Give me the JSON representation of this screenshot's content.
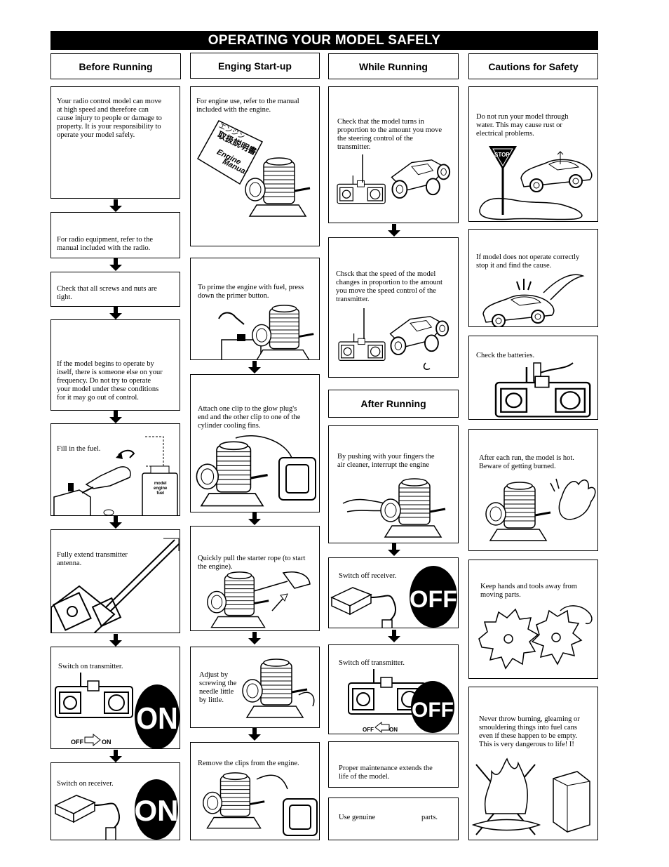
{
  "page": {
    "title": "OPERATING YOUR MODEL SAFELY",
    "columns": {
      "before": "Before Running",
      "startup": "Enging Start-up",
      "while": "While Running",
      "cautions": "Cautions for Safety",
      "after": "After Running"
    }
  },
  "before": {
    "intro": "Your radio control model can move\nat high speed and therefore can\ncause injury to people or damage to\nproperty. It is your responsibility to\noperate your model safely.",
    "radio": "For radio equipment, refer to the\nmanual included with the radio.",
    "screws": "Check that all screws and nuts are\ntight.",
    "frequency": "If the model begins to operate by\nitself, there is someone else on your\nfrequency. Do not try to operate\nyour model under these conditions\nfor it may go out of control.",
    "fuel": "Fill in the fuel.",
    "fuel_can": "model\nengine\nfuel",
    "antenna": "Fully extend transmitter\nantenna.",
    "tx_on": "Switch on transmitter.",
    "off_label": "OFF",
    "on_label": "ON",
    "rx_on": "Switch on receiver."
  },
  "startup": {
    "manual": "For engine use, refer to the manual\nincluded with the engine.",
    "manual_jp1": "エンジン",
    "manual_jp2": "取扱説明書",
    "manual_en1": "Engine",
    "manual_en2": "Manual",
    "prime": "To prime the engine with fuel, press\ndown the primer button.",
    "clip": "Attach one clip to the glow plug's\nend and the other clip to one of the\ncylinder cooling fins.",
    "pull": "Quickly pull the starter rope (to start\nthe engine).",
    "adjust": "Adjust by\nscrewing the\nneedle little\nby little.",
    "remove": "Remove the clips from the engine."
  },
  "while": {
    "steering": "Check that the model turns in\nproportion to the amount you move\nthe steering control of the\ntransmitter.",
    "speed": "Chsck that the speed of the model\nchanges in proportion to the amount\nyou move the speed control of the\ntransmitter."
  },
  "after": {
    "aircleaner": "By pushing with your fingers the\nair cleaner, interrupt the engine",
    "rx_off": "Switch off receiver.",
    "tx_off": "Switch off transmitter.",
    "off_label": "OFF",
    "on_label": "ON",
    "maintenance": "Proper maintenance extends the\nlife of the model.",
    "genuine_a": "Use genuine",
    "genuine_b": "parts."
  },
  "cautions": {
    "water": "Do not run your model through\nwater. This may cause rust or\nelectrical problems.",
    "stop_sign": "STOP",
    "incorrect": "If model does not operate correctly\nstop it and find the cause.",
    "batteries": "Check the batteries.",
    "hot": "After each run, the model is hot.\nBeware of getting burned.",
    "hands": "Keep hands and tools away from\nmoving parts.",
    "fire": "Never throw burning, gleaming or\nsmouldering things into fuel cans\neven if these happen to be empty.\nThis is very dangerous to life! I!"
  },
  "big_labels": {
    "on": "ON",
    "off": "OFF"
  }
}
